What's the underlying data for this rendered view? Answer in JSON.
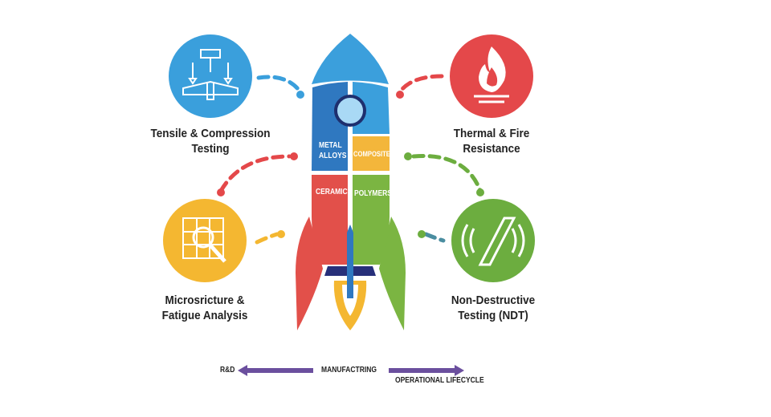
{
  "rocket": {
    "panels": {
      "metal_alloys_1": "METAL",
      "metal_alloys_2": "ALLOYS",
      "composites": "COMPOSITES",
      "ceramics": "CERAMICS",
      "polymers": "POLYMERS"
    }
  },
  "nodes": [
    {
      "label1": "Tensile & Compression",
      "label2": "Testing",
      "icon": "press-test-icon",
      "color": "#3a9fdc"
    },
    {
      "label1": "Thermal & Fire",
      "label2": "Resistance",
      "icon": "fire-icon",
      "color": "#e4484a"
    },
    {
      "label1": "Microsricture &",
      "label2": "Fatigue Analysis",
      "icon": "magnifier-grid-icon",
      "color": "#f4b731"
    },
    {
      "label1": "Non-Destructive",
      "label2": "Testing (NDT)",
      "icon": "wave-sensor-icon",
      "color": "#6cad3f"
    }
  ],
  "timeline": {
    "left": "R&D",
    "middle": "MANUFACTRING",
    "right": "OPERATIONAL LIFECYCLE",
    "arrow_color": "#6b4f9e"
  }
}
